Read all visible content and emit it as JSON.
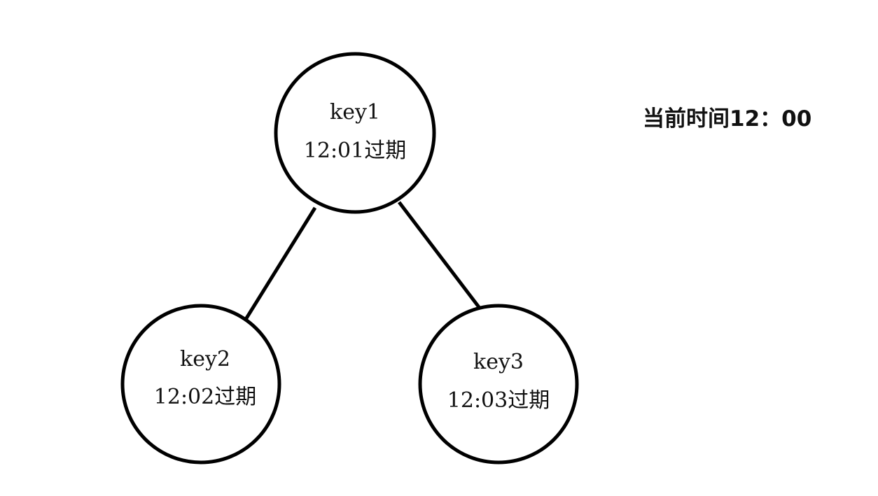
{
  "diagram": {
    "current_time": "当前时间12：00",
    "nodes": [
      {
        "key": "key1",
        "expiry": "12:01过期"
      },
      {
        "key": "key2",
        "expiry": "12:02过期"
      },
      {
        "key": "key3",
        "expiry": "12:03过期"
      }
    ],
    "edges": [
      {
        "from": "key1",
        "to": "key2"
      },
      {
        "from": "key1",
        "to": "key3"
      }
    ],
    "colors": {
      "stroke": "#000000",
      "background": "#ffffff",
      "text": "#111111"
    }
  }
}
